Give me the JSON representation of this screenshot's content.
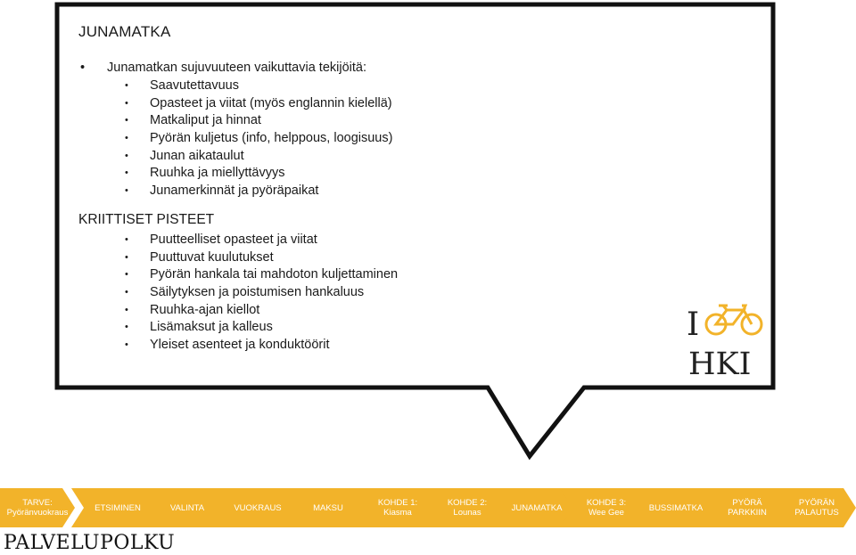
{
  "card": {
    "title": "JUNAMATKA",
    "intro": "Junamatkan sujuvuuteen vaikuttavia tekijöitä:",
    "factors": [
      "Saavutettavuus",
      "Opasteet ja viitat (myös englannin kielellä)",
      "Matkaliput ja hinnat",
      "Pyörän kuljetus (info, helppous, loogisuus)",
      "Junan aikataulut",
      "Ruuhka ja miellyttävyys",
      "Junamerkinnät ja pyöräpaikat"
    ],
    "critical_title": "KRIITTISET PISTEET",
    "critical": [
      "Puutteelliset opasteet ja viitat",
      "Puuttuvat kuulutukset",
      "Pyörän hankala tai mahdoton kuljettaminen",
      "Säilytyksen ja poistumisen hankaluus",
      "Ruuhka-ajan kiellot",
      "Lisämaksut ja kalleus",
      "Yleiset asenteet ja konduktöörit"
    ],
    "bullet": "•"
  },
  "logo": {
    "letter_i": "I",
    "text": "HKI",
    "bike_color": "#f2b32a"
  },
  "process": {
    "steps": [
      {
        "label": "TARVE:\nPyöränvuokraus"
      },
      {
        "label": "ETSIMINEN"
      },
      {
        "label": "VALINTA"
      },
      {
        "label": "VUOKRAUS"
      },
      {
        "label": "MAKSU"
      },
      {
        "label": "KOHDE 1:\nKiasma"
      },
      {
        "label": "KOHDE 2:\nLounas"
      },
      {
        "label": "JUNAMATKA"
      },
      {
        "label": "KOHDE 3:\nWee Gee"
      },
      {
        "label": "BUSSIMATKA"
      },
      {
        "label": "PYÖRÄ\nPARKKIIN"
      },
      {
        "label": "PYÖRÄN\nPALAUTUS"
      }
    ],
    "color": "#f2b32a"
  },
  "footer": {
    "title": "PALVELUPOLKU"
  }
}
